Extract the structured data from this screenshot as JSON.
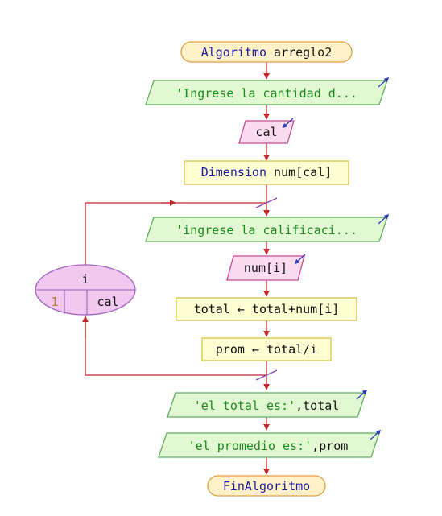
{
  "diagram": {
    "start_label": "Algoritmo",
    "start_name": "arreglo2",
    "step1_text": "'Ingrese la cantidad d...",
    "step2_text": "cal",
    "step3_keyword": "Dimension",
    "step3_text": "num[cal]",
    "loop_var": "i",
    "loop_from": "1",
    "loop_to": "cal",
    "step4_text": "'ingrese la calificaci...",
    "step5_text": "num[i]",
    "step6_text": "total ← total+num[i]",
    "step7_text": "prom ← total/i",
    "step8_string": "'el total es:'",
    "step8_var": ",total",
    "step9_string": "'el promedio es:'",
    "step9_var": ",prom",
    "end_label": "FinAlgoritmo"
  },
  "colors": {
    "terminal_fill": "#fff1c8",
    "terminal_stroke": "#e0a040",
    "output_fill": "#e2f8d2",
    "output_stroke": "#5fae5f",
    "input_fill": "#fbdcee",
    "input_stroke": "#c84a9a",
    "process_fill": "#ffffd4",
    "process_stroke": "#d8c44a",
    "loop_fill": "#f0c8f0",
    "loop_stroke": "#a060c0",
    "connector": "#c0282a"
  }
}
